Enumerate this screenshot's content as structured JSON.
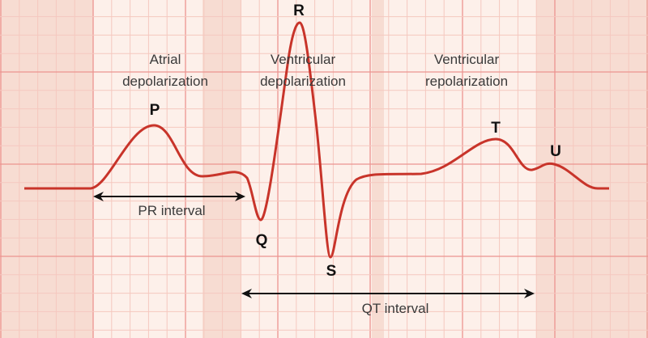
{
  "regions": {
    "atrial": [
      "Atrial",
      "depolarization"
    ],
    "ventricular_dep": [
      "Ventricular",
      "depolarization"
    ],
    "ventricular_rep": [
      "Ventricular",
      "repolarization"
    ]
  },
  "waves": {
    "p": "P",
    "q": "Q",
    "r": "R",
    "s": "S",
    "t": "T",
    "u": "U"
  },
  "intervals": {
    "pr": "PR interval",
    "qt": "QT interval"
  },
  "colors": {
    "trace": "#c8342a",
    "grid_minor": "#f5c8bf",
    "grid_major": "#ec9490",
    "band": "#f7dcd2"
  }
}
